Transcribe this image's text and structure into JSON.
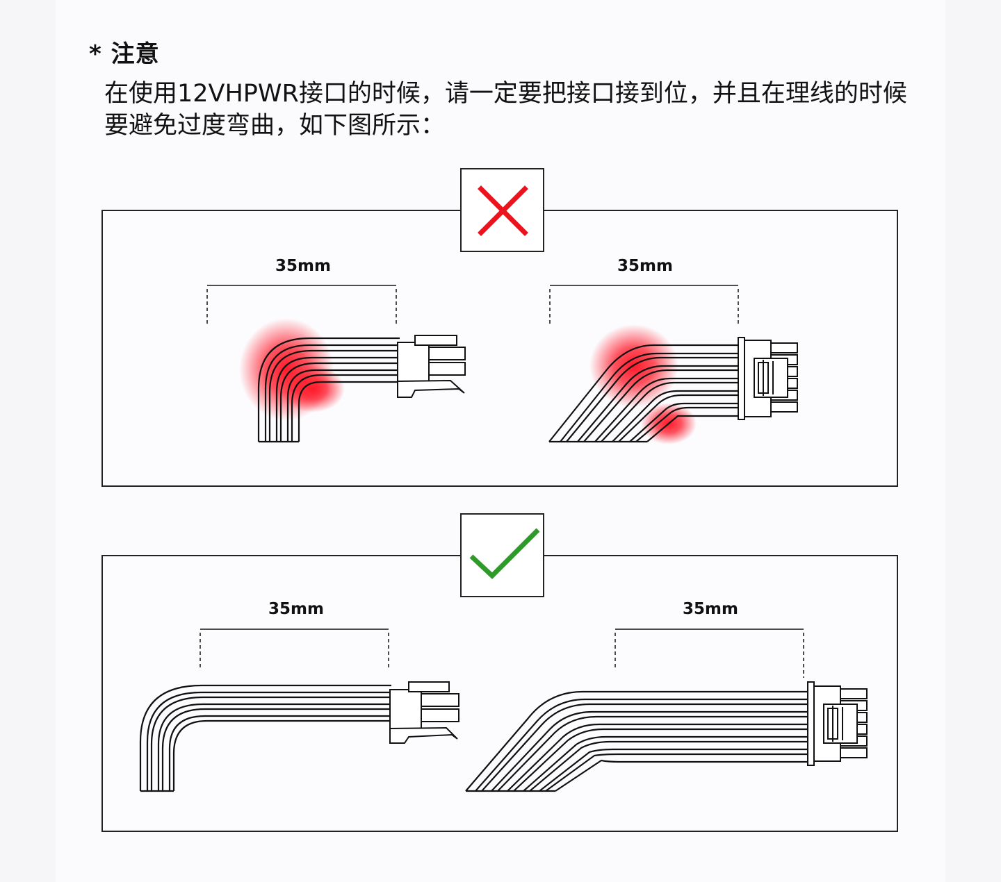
{
  "note": {
    "title": "* 注意",
    "body": "在使用12VHPWR接口的时候，请一定要把接口接到位，并且在理线的时候要避免过度弯曲，如下图所示："
  },
  "panels": {
    "incorrect": {
      "mark_icon": "cross-icon",
      "mark_color": "#e8141e",
      "left_dimension": "35mm",
      "right_dimension": "35mm"
    },
    "correct": {
      "mark_icon": "check-icon",
      "mark_color": "#2f9a2a",
      "left_dimension": "35mm",
      "right_dimension": "35mm"
    }
  },
  "colors": {
    "stress_glow": "#ff2030",
    "line": "#111111"
  }
}
